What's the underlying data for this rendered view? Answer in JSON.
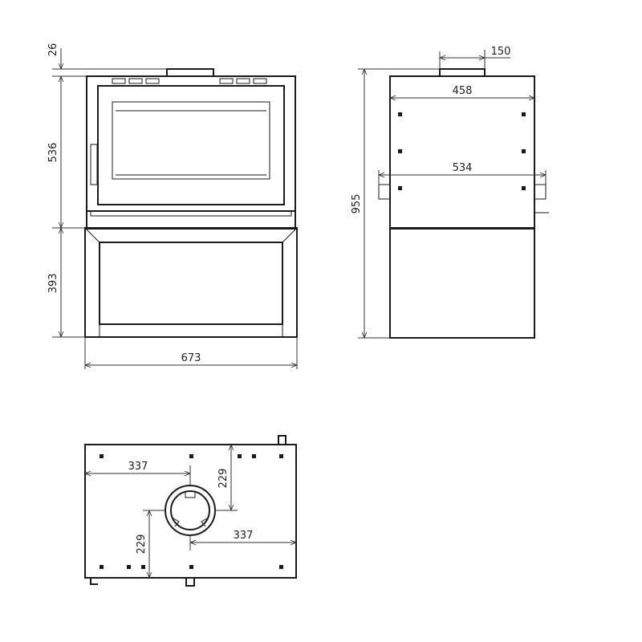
{
  "front_view": {
    "dim_top": "26",
    "dim_firebox": "536",
    "dim_base": "393",
    "dim_width": "673"
  },
  "side_view": {
    "dim_flue": "150",
    "dim_upper_width": "458",
    "dim_mid_width": "534",
    "dim_height": "955"
  },
  "top_view": {
    "dim_x_top": "337",
    "dim_y_top": "229",
    "dim_y_bottom": "229",
    "dim_x_bottom": "337"
  },
  "colors": {
    "line": "#1a1a1a",
    "background": "#ffffff"
  }
}
